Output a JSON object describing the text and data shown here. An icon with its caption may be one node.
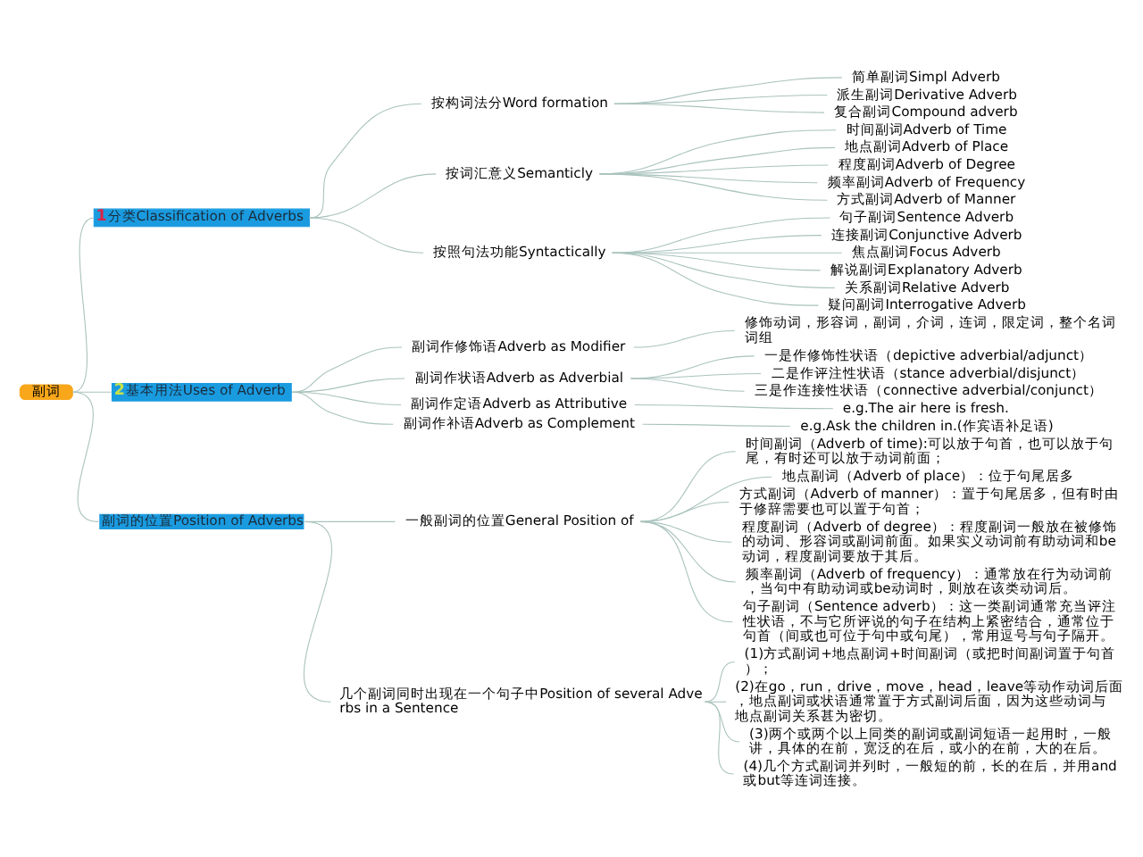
{
  "diagram": {
    "nodes": [
      {
        "text": [
          "副词"
        ]
      },
      {
        "text": [
          "1",
          "分类Classification of Adverbs"
        ]
      },
      {
        "text": [
          "按构词法分Word formation"
        ]
      },
      {
        "text": [
          "简单副词Simpl Adverb"
        ]
      },
      {
        "text": [
          "派生副词Derivative Adverb"
        ]
      },
      {
        "text": [
          "复合副词Compound adverb"
        ]
      },
      {
        "text": [
          "按词汇意义Semanticly"
        ]
      },
      {
        "text": [
          "时间副词Adverb of Time"
        ]
      },
      {
        "text": [
          "地点副词Adverb of Place"
        ]
      },
      {
        "text": [
          "程度副词Adverb of Degree"
        ]
      },
      {
        "text": [
          "频率副词Adverb of Frequency"
        ]
      },
      {
        "text": [
          "方式副词Adverb of Manner"
        ]
      },
      {
        "text": [
          "按照句法功能Syntactically"
        ]
      },
      {
        "text": [
          "句子副词Sentence Adverb"
        ]
      },
      {
        "text": [
          "连接副词Conjunctive Adverb"
        ]
      },
      {
        "text": [
          "焦点副词Focus Adverb"
        ]
      },
      {
        "text": [
          "解说副词Explanatory Adverb"
        ]
      },
      {
        "text": [
          "关系副词Relative Adverb"
        ]
      },
      {
        "text": [
          "疑问副词Interrogative Adverb"
        ]
      },
      {
        "text": [
          "2",
          "基本用法Uses of Adverb"
        ]
      },
      {
        "text": [
          "副词作修饰语Adverb as Modifier"
        ]
      },
      {
        "text": [
          "修饰动词，形容词，副词，介词，连词，限定词，整个名词词组"
        ]
      },
      {
        "text": [
          "副词作状语Adverb as Adverbial"
        ]
      },
      {
        "text": [
          "一是作修饰性状语（depictive adverbial/adjunct）"
        ]
      },
      {
        "text": [
          "二是作评注性状语（stance adverbial/disjunct）"
        ]
      },
      {
        "text": [
          "三是作连接性状语（connective adverbial/conjunct）"
        ]
      },
      {
        "text": [
          "副词作定语Adverb as Attributive"
        ]
      },
      {
        "text": [
          "e.g.The air here is fresh."
        ]
      },
      {
        "text": [
          "副词作补语Adverb as Complement"
        ]
      },
      {
        "text": [
          "e.g.Ask the children in.(作宾语补足语)"
        ]
      },
      {
        "text": [
          "副词的位置Position of Adverbs"
        ]
      },
      {
        "text": [
          "一般副词的位置General Position of"
        ]
      },
      {
        "text": [
          "时间副词（Adverb of time):可以放于句首，也可以放于句尾，有时还可以放于动词前面；"
        ]
      },
      {
        "text": [
          "地点副词（Adverb of place）：位于句尾居多"
        ]
      },
      {
        "text": [
          "方式副词（Adverb of manner）：置于句尾居多，但有时由于修辞需要也可以置于句首；"
        ]
      },
      {
        "text": [
          "程度副词（Adverb of degree）：程度副词一般放在被修饰的动词、形容词或副词前面。如果实义动词前有助动词和be动词，程度副词要放于其后。"
        ]
      },
      {
        "text": [
          "频率副词（Adverb of frequency）：通常放在行为动词前，当句中有助动词或be动词时，则放在该类动词后。"
        ]
      },
      {
        "text": [
          "句子副词（Sentence adverb）：这一类副词通常充当评注性状语，不与它所评说的句子在结构上紧密结合，通常位于句首（间或也可位于句中或句尾），常用逗号与句子隔开。"
        ]
      },
      {
        "text": [
          "几个副词同时出现在一个句子中Position of several Adverbs in a Sentence"
        ]
      },
      {
        "text": [
          "(1)方式副词+地点副词+时间副词（或把时间副词置于句首）；"
        ]
      },
      {
        "text": [
          "(2)在go，run，drive，move，head，leave等动作动词后面，地点副词或状语通常置于方式副词后面，因为这些动词与地点副词关系甚为密切。"
        ]
      },
      {
        "text": [
          "(3)两个或两个以上同类的副词或副词短语一起用时，一般讲，具体的在前，宽泛的在后，或小的在前，大的在后。"
        ]
      },
      {
        "text": [
          "(4)几个方式副词并列时，一般短的前，长的在后，并用and或but等连词连接。"
        ]
      }
    ],
    "edges": [
      {
        "from": 0,
        "to": 1,
        "arrow": "none"
      },
      {
        "from": 1,
        "to": 2,
        "arrow": "none"
      },
      {
        "from": 2,
        "to": 3,
        "arrow": "none"
      },
      {
        "from": 2,
        "to": 4,
        "arrow": "none"
      },
      {
        "from": 2,
        "to": 5,
        "arrow": "none"
      },
      {
        "from": 1,
        "to": 6,
        "arrow": "none"
      },
      {
        "from": 6,
        "to": 7,
        "arrow": "none"
      },
      {
        "from": 6,
        "to": 8,
        "arrow": "none"
      },
      {
        "from": 6,
        "to": 9,
        "arrow": "none"
      },
      {
        "from": 6,
        "to": 10,
        "arrow": "none"
      },
      {
        "from": 6,
        "to": 11,
        "arrow": "none"
      },
      {
        "from": 1,
        "to": 12,
        "arrow": "none"
      },
      {
        "from": 12,
        "to": 13,
        "arrow": "none"
      },
      {
        "from": 12,
        "to": 14,
        "arrow": "none"
      },
      {
        "from": 12,
        "to": 15,
        "arrow": "none"
      },
      {
        "from": 12,
        "to": 16,
        "arrow": "none"
      },
      {
        "from": 12,
        "to": 17,
        "arrow": "none"
      },
      {
        "from": 12,
        "to": 18,
        "arrow": "none"
      },
      {
        "from": 0,
        "to": 19,
        "arrow": "none"
      },
      {
        "from": 19,
        "to": 20,
        "arrow": "none"
      },
      {
        "from": 20,
        "to": 21,
        "arrow": "none"
      },
      {
        "from": 19,
        "to": 22,
        "arrow": "none"
      },
      {
        "from": 22,
        "to": 23,
        "arrow": "none"
      },
      {
        "from": 22,
        "to": 24,
        "arrow": "none"
      },
      {
        "from": 22,
        "to": 25,
        "arrow": "none"
      },
      {
        "from": 19,
        "to": 26,
        "arrow": "none"
      },
      {
        "from": 26,
        "to": 27,
        "arrow": "none"
      },
      {
        "from": 19,
        "to": 28,
        "arrow": "none"
      },
      {
        "from": 28,
        "to": 29,
        "arrow": "none"
      },
      {
        "from": 0,
        "to": 30,
        "arrow": "none"
      },
      {
        "from": 30,
        "to": 31,
        "arrow": "none"
      },
      {
        "from": 31,
        "to": 32,
        "arrow": "none"
      },
      {
        "from": 31,
        "to": 33,
        "arrow": "none"
      },
      {
        "from": 31,
        "to": 34,
        "arrow": "none"
      },
      {
        "from": 31,
        "to": 35,
        "arrow": "none"
      },
      {
        "from": 31,
        "to": 36,
        "arrow": "none"
      },
      {
        "from": 31,
        "to": 37,
        "arrow": "none"
      },
      {
        "from": 30,
        "to": 38,
        "arrow": "none"
      },
      {
        "from": 38,
        "to": 39,
        "arrow": "none"
      },
      {
        "from": 38,
        "to": 40,
        "arrow": "none"
      },
      {
        "from": 38,
        "to": 41,
        "arrow": "none"
      },
      {
        "from": 38,
        "to": 42,
        "arrow": "none"
      }
    ]
  }
}
